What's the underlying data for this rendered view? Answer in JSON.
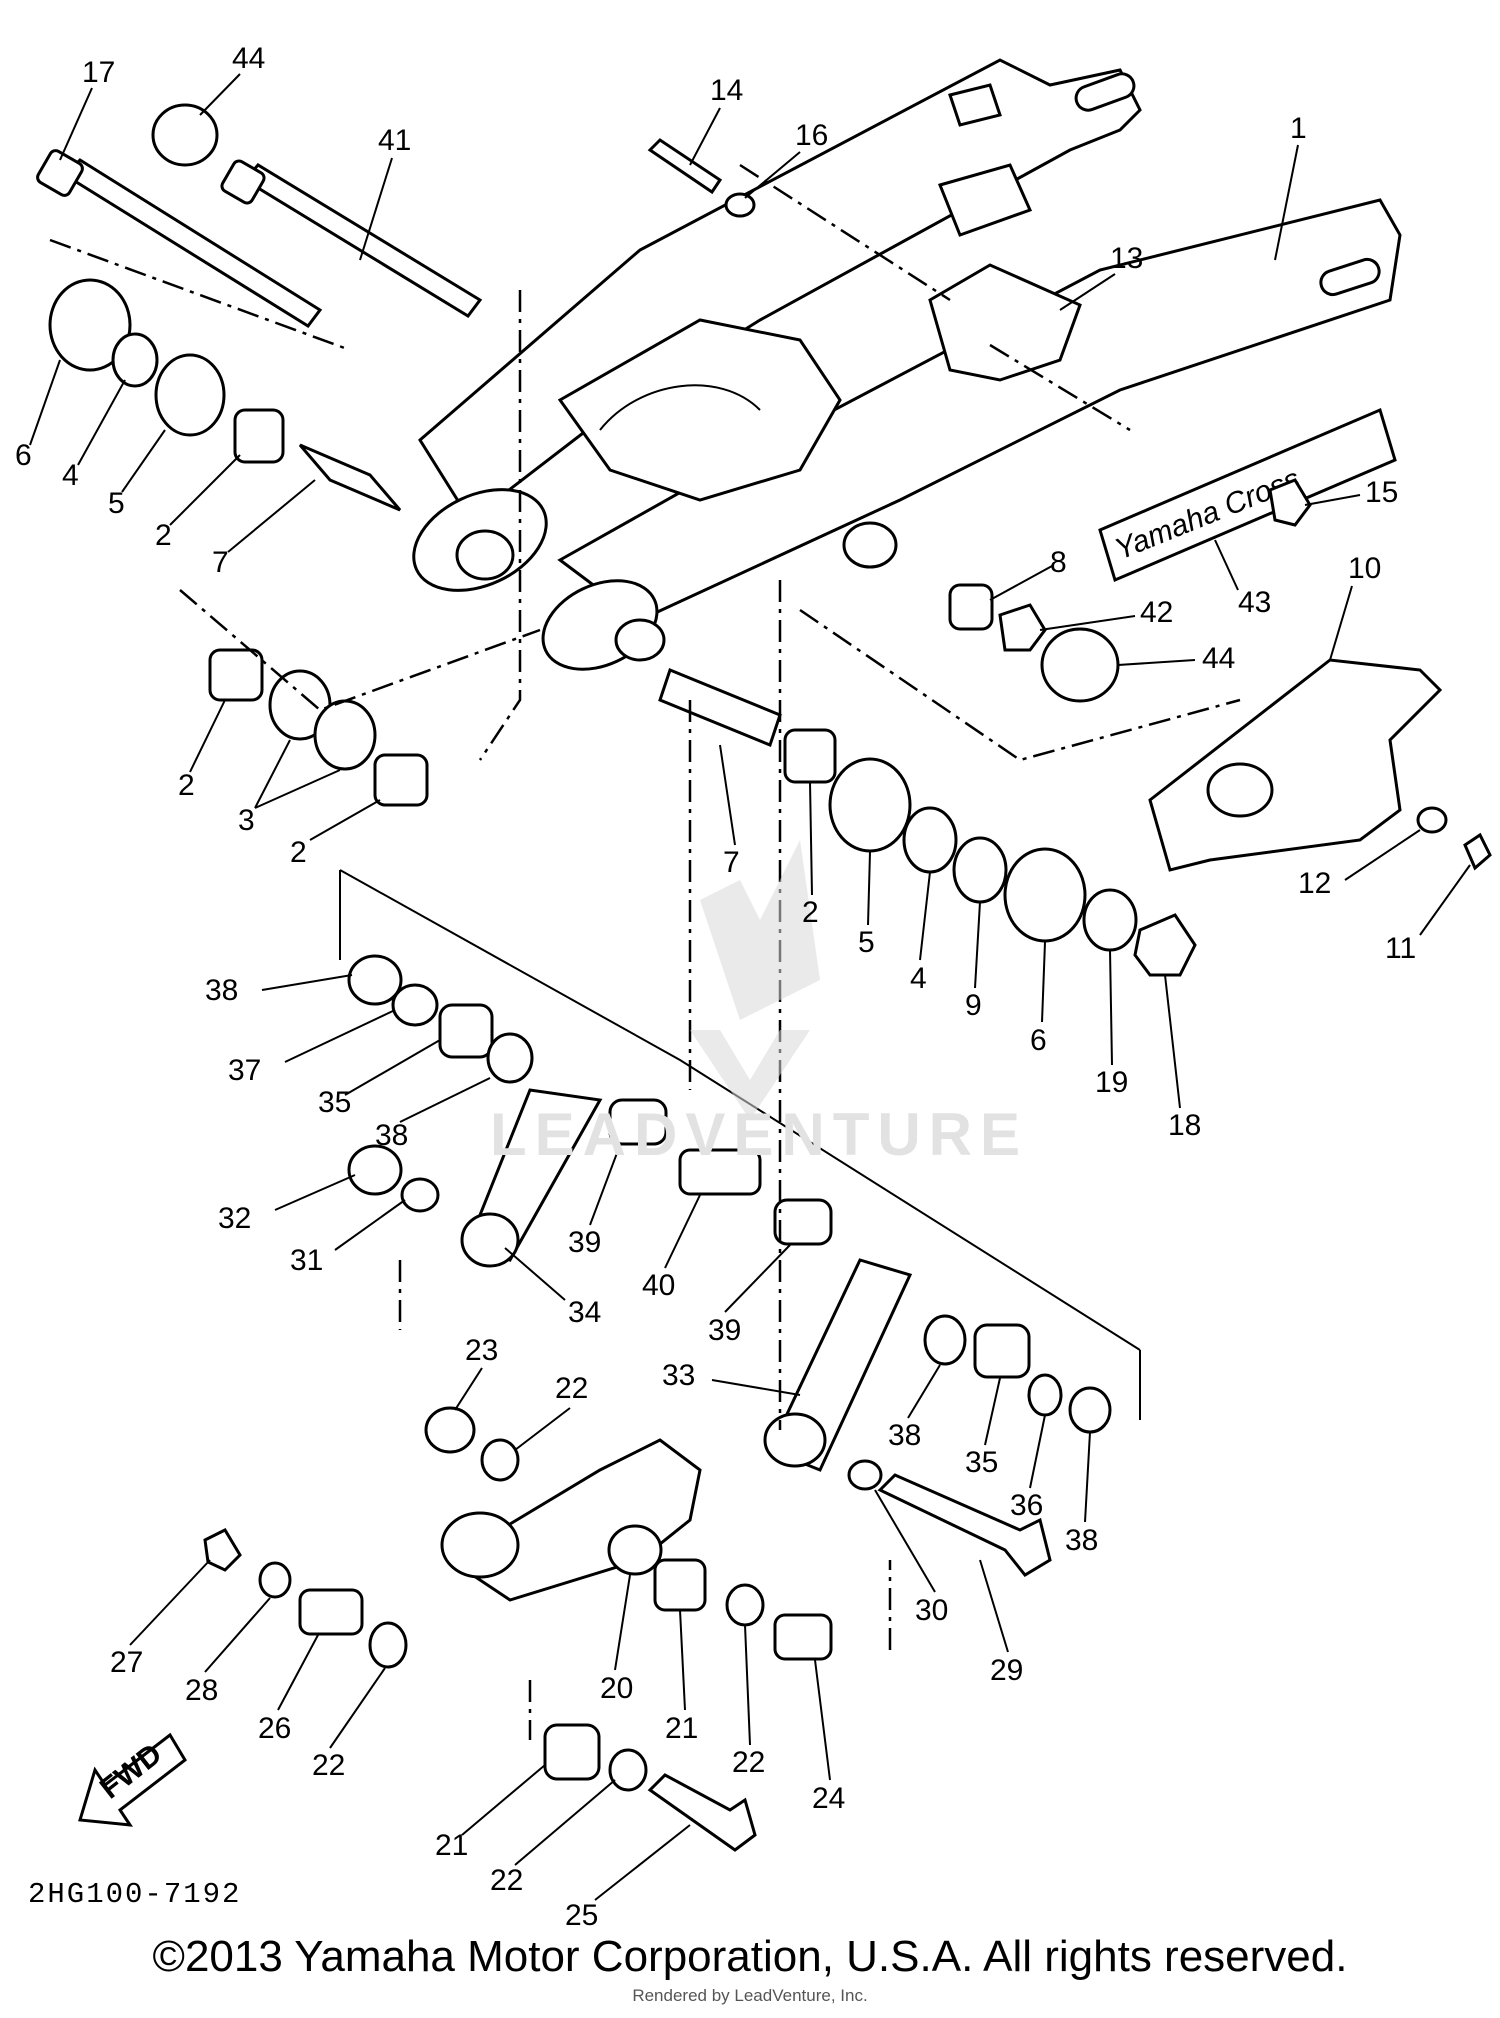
{
  "diagram_code": "2HG100-7192",
  "copyright": "©2013 Yamaha Motor Corporation, U.S.A. All rights reserved.",
  "rendered_by": "Rendered by LeadVenture, Inc.",
  "watermark": "LEADVENTURE",
  "decal_text": "Yamaha Cross",
  "fwd_label": "FWD",
  "callouts": [
    {
      "num": "17"
    },
    {
      "num": "44"
    },
    {
      "num": "41"
    },
    {
      "num": "14"
    },
    {
      "num": "16"
    },
    {
      "num": "1"
    },
    {
      "num": "13"
    },
    {
      "num": "6"
    },
    {
      "num": "4"
    },
    {
      "num": "5"
    },
    {
      "num": "2"
    },
    {
      "num": "7"
    },
    {
      "num": "15"
    },
    {
      "num": "8"
    },
    {
      "num": "42"
    },
    {
      "num": "43"
    },
    {
      "num": "10"
    },
    {
      "num": "44"
    },
    {
      "num": "2"
    },
    {
      "num": "3"
    },
    {
      "num": "2"
    },
    {
      "num": "7"
    },
    {
      "num": "2"
    },
    {
      "num": "5"
    },
    {
      "num": "4"
    },
    {
      "num": "9"
    },
    {
      "num": "6"
    },
    {
      "num": "19"
    },
    {
      "num": "18"
    },
    {
      "num": "12"
    },
    {
      "num": "11"
    },
    {
      "num": "38"
    },
    {
      "num": "37"
    },
    {
      "num": "35"
    },
    {
      "num": "38"
    },
    {
      "num": "32"
    },
    {
      "num": "31"
    },
    {
      "num": "39"
    },
    {
      "num": "40"
    },
    {
      "num": "39"
    },
    {
      "num": "34"
    },
    {
      "num": "23"
    },
    {
      "num": "22"
    },
    {
      "num": "33"
    },
    {
      "num": "38"
    },
    {
      "num": "35"
    },
    {
      "num": "36"
    },
    {
      "num": "38"
    },
    {
      "num": "30"
    },
    {
      "num": "29"
    },
    {
      "num": "27"
    },
    {
      "num": "28"
    },
    {
      "num": "26"
    },
    {
      "num": "22"
    },
    {
      "num": "20"
    },
    {
      "num": "21"
    },
    {
      "num": "22"
    },
    {
      "num": "24"
    },
    {
      "num": "21"
    },
    {
      "num": "22"
    },
    {
      "num": "25"
    }
  ]
}
